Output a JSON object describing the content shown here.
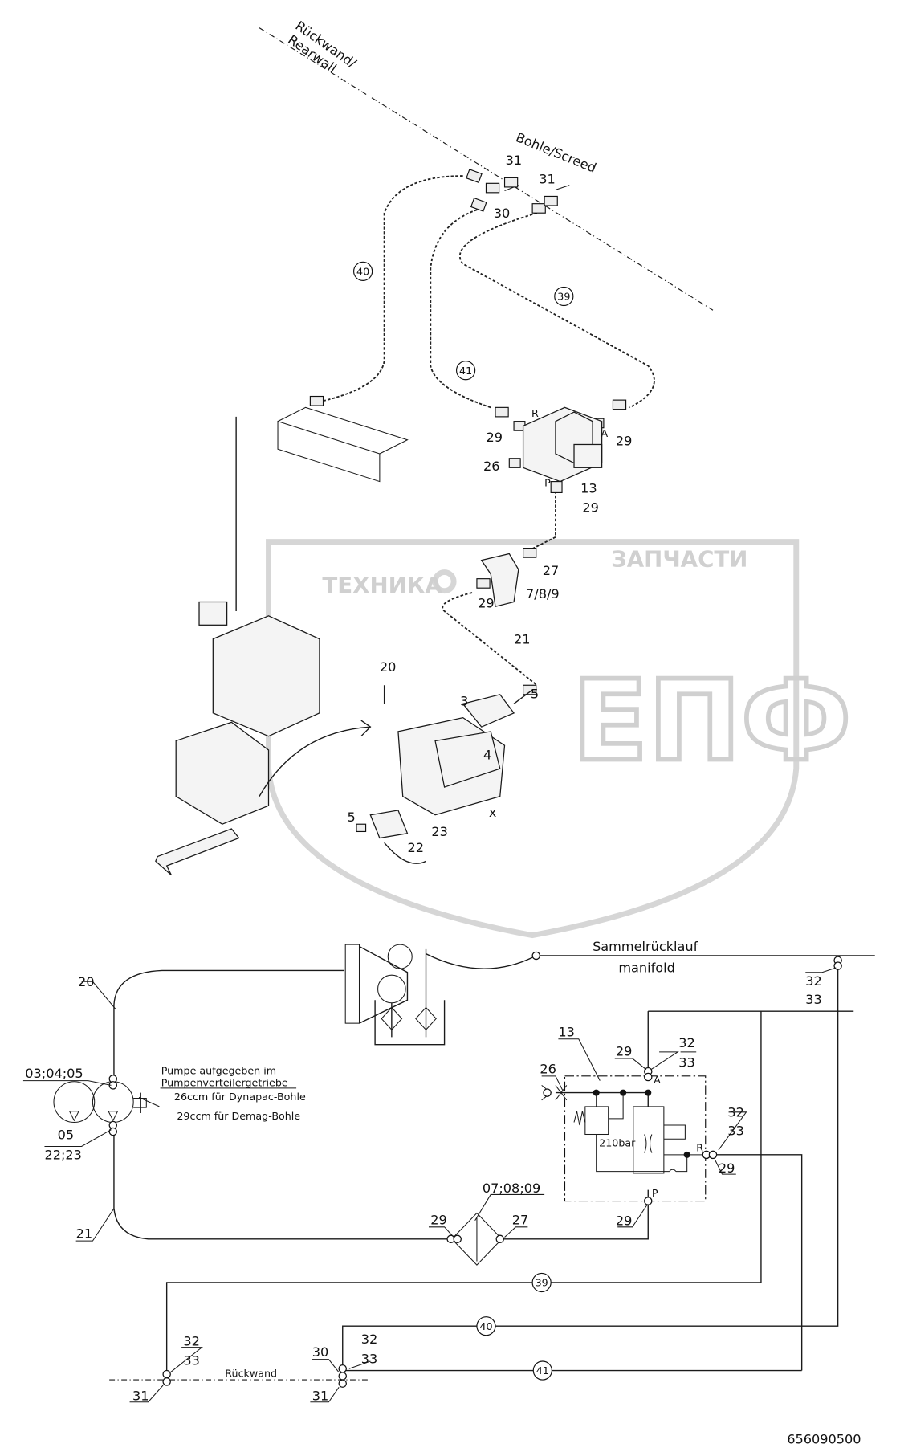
{
  "drawing": {
    "number": "656090500",
    "watermark": {
      "left": "ТЕХНИКА",
      "right": "ЗАПЧАСТИ",
      "big": "ЕПФ"
    },
    "isometric": {
      "rearwall_1": "Rückwand/",
      "rearwall_2": "Rearwall",
      "screed": "Bohle/Screed",
      "callouts": [
        "31",
        "30",
        "31",
        "40",
        "39",
        "41",
        "29",
        "R",
        "A",
        "29",
        "26",
        "13",
        "P",
        "29",
        "27",
        "29",
        "7/8/9",
        "21",
        "20",
        "3",
        "5",
        "4",
        "x",
        "5",
        "23",
        "22"
      ]
    },
    "schematic": {
      "return_line": "Sammelrücklauf",
      "return_line_en": "manifold",
      "rearwall": "Rückwand",
      "pump_note_1": "Pumpe aufgegeben im",
      "pump_note_2": "Pumpenverteilergetriebe",
      "pump_variant_1": "26ccm  für Dynapac-Bohle",
      "pump_variant_2": "29ccm für Demag-Bohle",
      "pressure": "210bar",
      "port_a": "A",
      "port_p": "P",
      "port_r": "R",
      "callouts": {
        "c20": "20",
        "c21": "21",
        "c030405": "03;04;05",
        "c05": "05",
        "c2223": "22;23",
        "c13": "13",
        "c26": "26",
        "c29a": "29",
        "c29r": "29",
        "c29p": "29",
        "c29f": "29",
        "c27": "27",
        "c070809": "07;08;09",
        "c32": "32",
        "c33": "33",
        "c39": "39",
        "c40": "40",
        "c41": "41",
        "c30": "30",
        "c31": "31"
      }
    }
  }
}
